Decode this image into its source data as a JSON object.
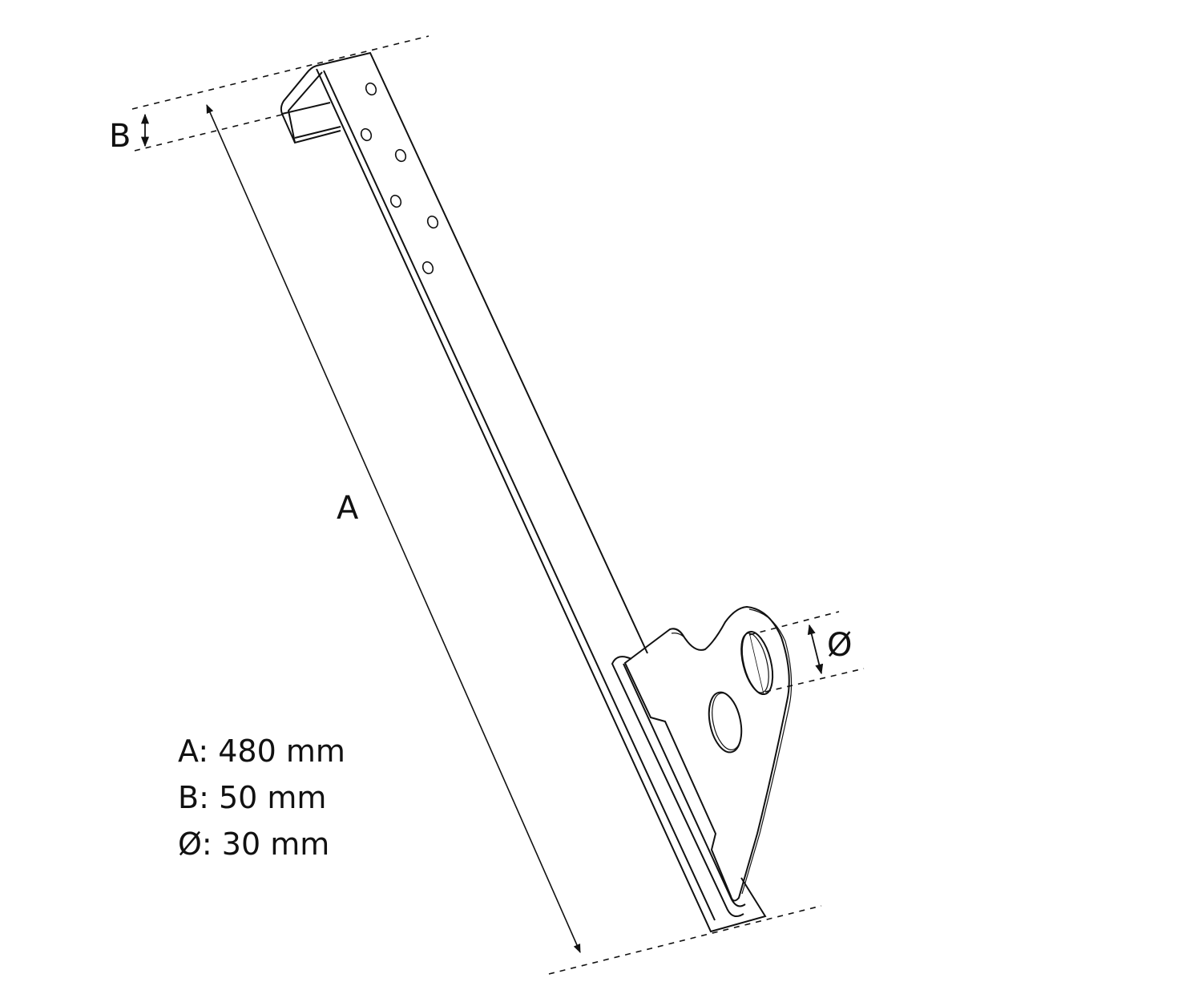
{
  "labels": {
    "a": "A",
    "b": "B",
    "diameter": "Ø"
  },
  "specs": [
    {
      "text": "A: 480 mm"
    },
    {
      "text": "B: 50 mm"
    },
    {
      "text": "Ø: 30 mm"
    }
  ],
  "colors": {
    "line": "#111111",
    "background": "#ffffff"
  }
}
